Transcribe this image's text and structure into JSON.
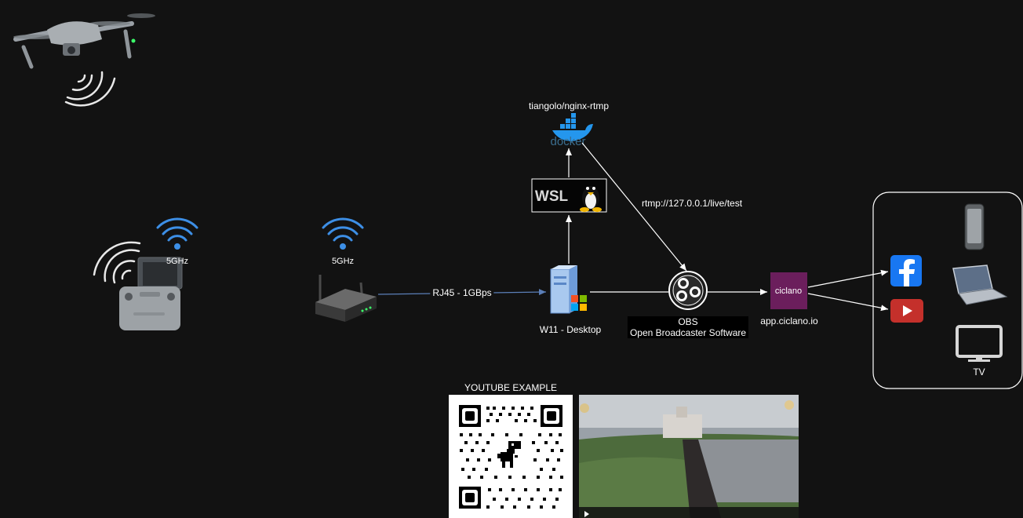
{
  "labels": {
    "docker_image": "tiangolo/nginx-rtmp",
    "docker_logo": "docker",
    "wsl": "WSL",
    "rtmp_url": "rtmp://127.0.0.1/live/test",
    "wifi_controller": "5GHz",
    "wifi_router": "5GHz",
    "rj45": "RJ45 - 1GBps",
    "desktop": "W11 - Desktop",
    "obs_line1": "OBS",
    "obs_line2": "Open Broadcaster Software",
    "ciclano_logo": "ciclano",
    "ciclano_url": "app.ciclano.io",
    "tv": "TV",
    "youtube_example": "YOUTUBE EXAMPLE"
  },
  "colors": {
    "background": "#121212",
    "wifi_blue": "#3d8fe6",
    "facebook": "#1877f2",
    "youtube": "#c4302b",
    "ciclano": "#6b1e5c",
    "docker": "#2496ed",
    "connector": "#ffffff",
    "rj45_line": "#5b7fb8"
  },
  "icons": [
    "drone-icon",
    "signal-icon",
    "remote-controller-icon",
    "wifi-icon",
    "router-icon",
    "docker-icon",
    "linux-tux-icon",
    "windows-desktop-icon",
    "obs-icon",
    "facebook-icon",
    "youtube-icon",
    "phone-icon",
    "laptop-icon",
    "tv-icon",
    "qr-code",
    "video-thumbnail"
  ]
}
